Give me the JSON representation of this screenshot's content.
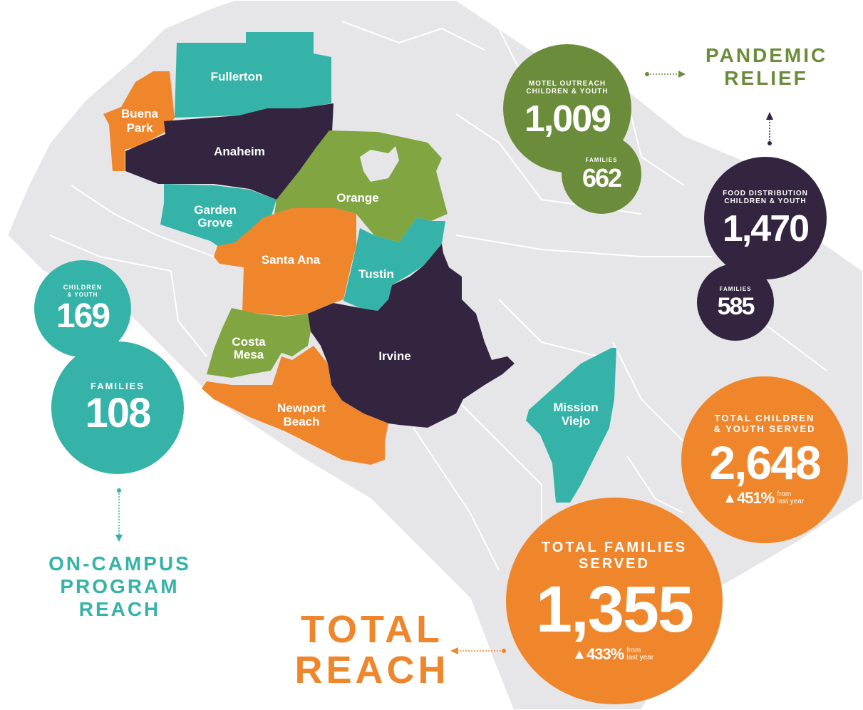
{
  "colors": {
    "teal": "#35b3a9",
    "orange": "#f0862b",
    "green": "#6b8c3a",
    "light_green": "#80a541",
    "purple": "#332440",
    "map_grey": "#e6e6e8"
  },
  "cities": {
    "fullerton": "Fullerton",
    "buena_park_1": "Buena",
    "buena_park_2": "Park",
    "anaheim": "Anaheim",
    "garden_grove_1": "Garden",
    "garden_grove_2": "Grove",
    "orange": "Orange",
    "santa_ana": "Santa Ana",
    "tustin": "Tustin",
    "costa_mesa_1": "Costa",
    "costa_mesa_2": "Mesa",
    "irvine": "Irvine",
    "newport_beach_1": "Newport",
    "newport_beach_2": "Beach",
    "mission_viejo_1": "Mission",
    "mission_viejo_2": "Viejo"
  },
  "pandemic_relief": {
    "heading_1": "PANDEMIC",
    "heading_2": "RELIEF",
    "motel": {
      "label_1": "MOTEL OUTREACH",
      "label_2": "CHILDREN & YOUTH",
      "value": "1,009",
      "families_label": "FAMILIES",
      "families_value": "662"
    },
    "food": {
      "label_1": "FOOD DISTRIBUTION",
      "label_2": "CHILDREN & YOUTH",
      "value": "1,470",
      "families_label": "FAMILIES",
      "families_value": "585"
    }
  },
  "on_campus": {
    "children_label_1": "CHILDREN",
    "children_label_2": "& YOUTH",
    "children_value": "169",
    "families_label": "FAMILIES",
    "families_value": "108",
    "heading_1": "ON-CAMPUS",
    "heading_2": "PROGRAM",
    "heading_3": "REACH"
  },
  "total_reach": {
    "heading_1": "TOTAL",
    "heading_2": "REACH",
    "children": {
      "label_1": "TOTAL CHILDREN",
      "label_2": "& YOUTH SERVED",
      "value": "2,648",
      "change": "451%",
      "from_1": "from",
      "from_2": "last year"
    },
    "families": {
      "label_1": "TOTAL FAMILIES",
      "label_2": "SERVED",
      "value": "1,355",
      "change": "433%",
      "from_1": "from",
      "from_2": "last year"
    }
  }
}
